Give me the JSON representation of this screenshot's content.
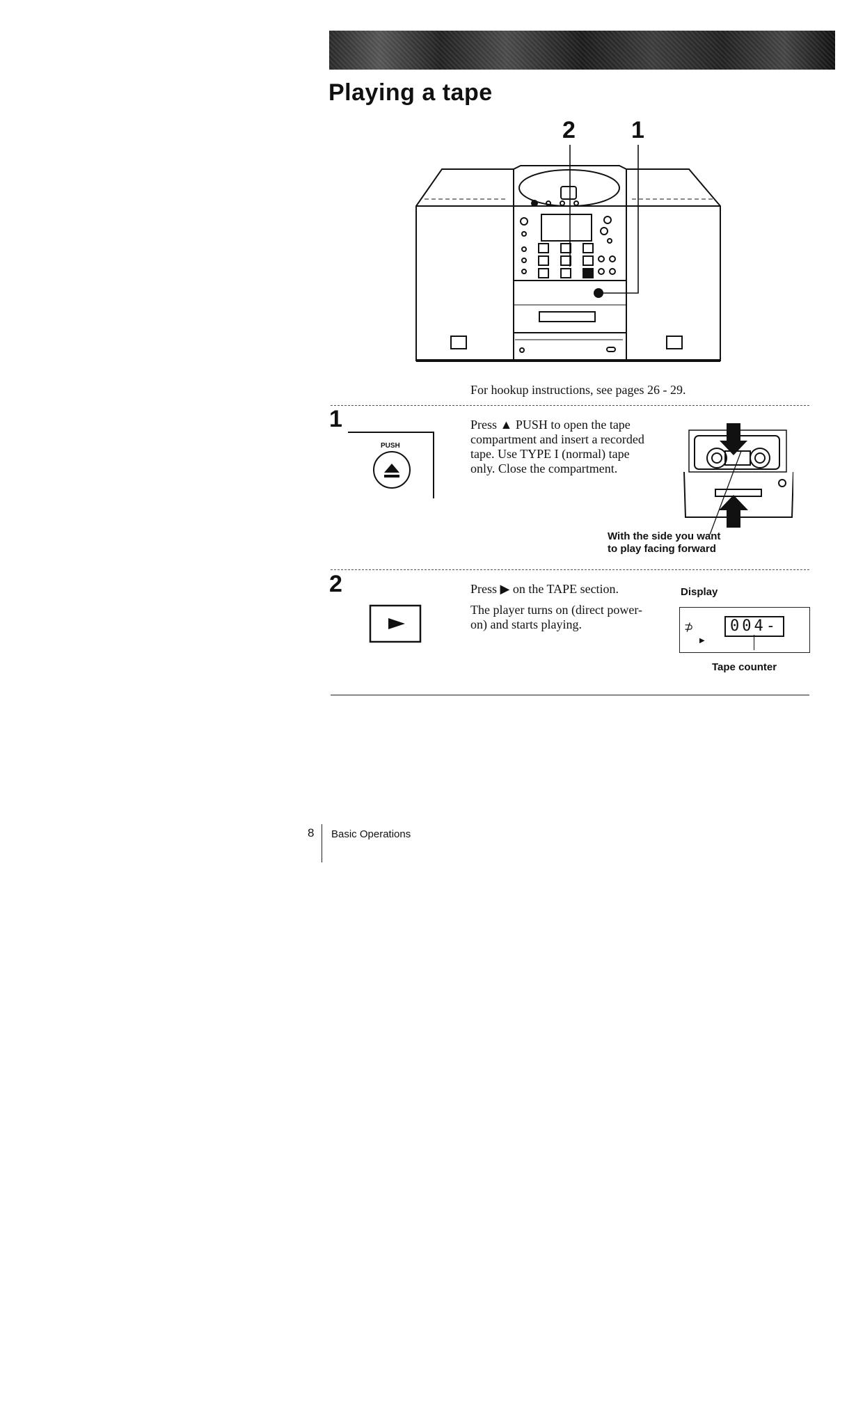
{
  "page": {
    "title": "Playing a tape",
    "hookup_note": "For hookup instructions, see pages 26 - 29."
  },
  "diagram": {
    "callout_left": "2",
    "callout_right": "1"
  },
  "steps": [
    {
      "number": "1",
      "button_label": "PUSH",
      "text": "Press ▲ PUSH to open the tape compartment and insert a recorded tape. Use TYPE I (normal) tape only. Close the compartment.",
      "caption_line1": "With the side you want",
      "caption_line2": "to play facing forward"
    },
    {
      "number": "2",
      "text1": "Press ▶ on the TAPE section.",
      "text2": "The player turns on (direct power-on) and starts playing.",
      "display_label": "Display",
      "display_value": "004-",
      "counter_label": "Tape counter"
    }
  ],
  "footer": {
    "page_number": "8",
    "section": "Basic Operations"
  }
}
